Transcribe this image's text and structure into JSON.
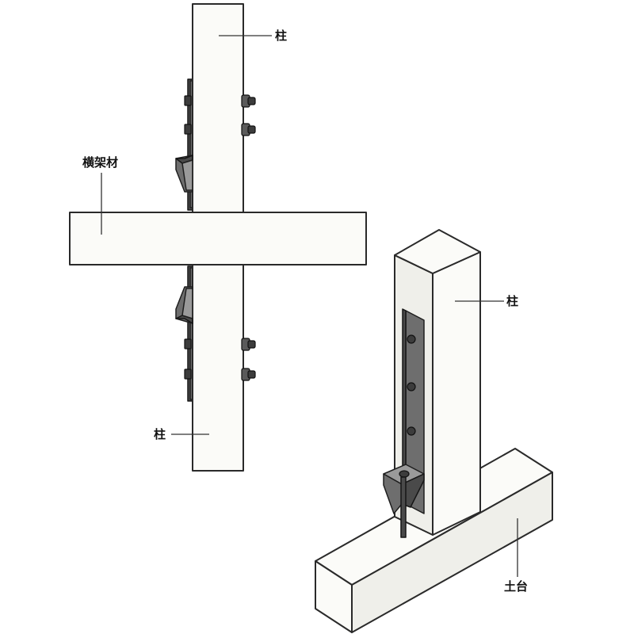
{
  "labels": {
    "column_top": "柱",
    "beam": "横架材",
    "column_bottom": "柱",
    "column_right": "柱",
    "sill": "土台"
  }
}
